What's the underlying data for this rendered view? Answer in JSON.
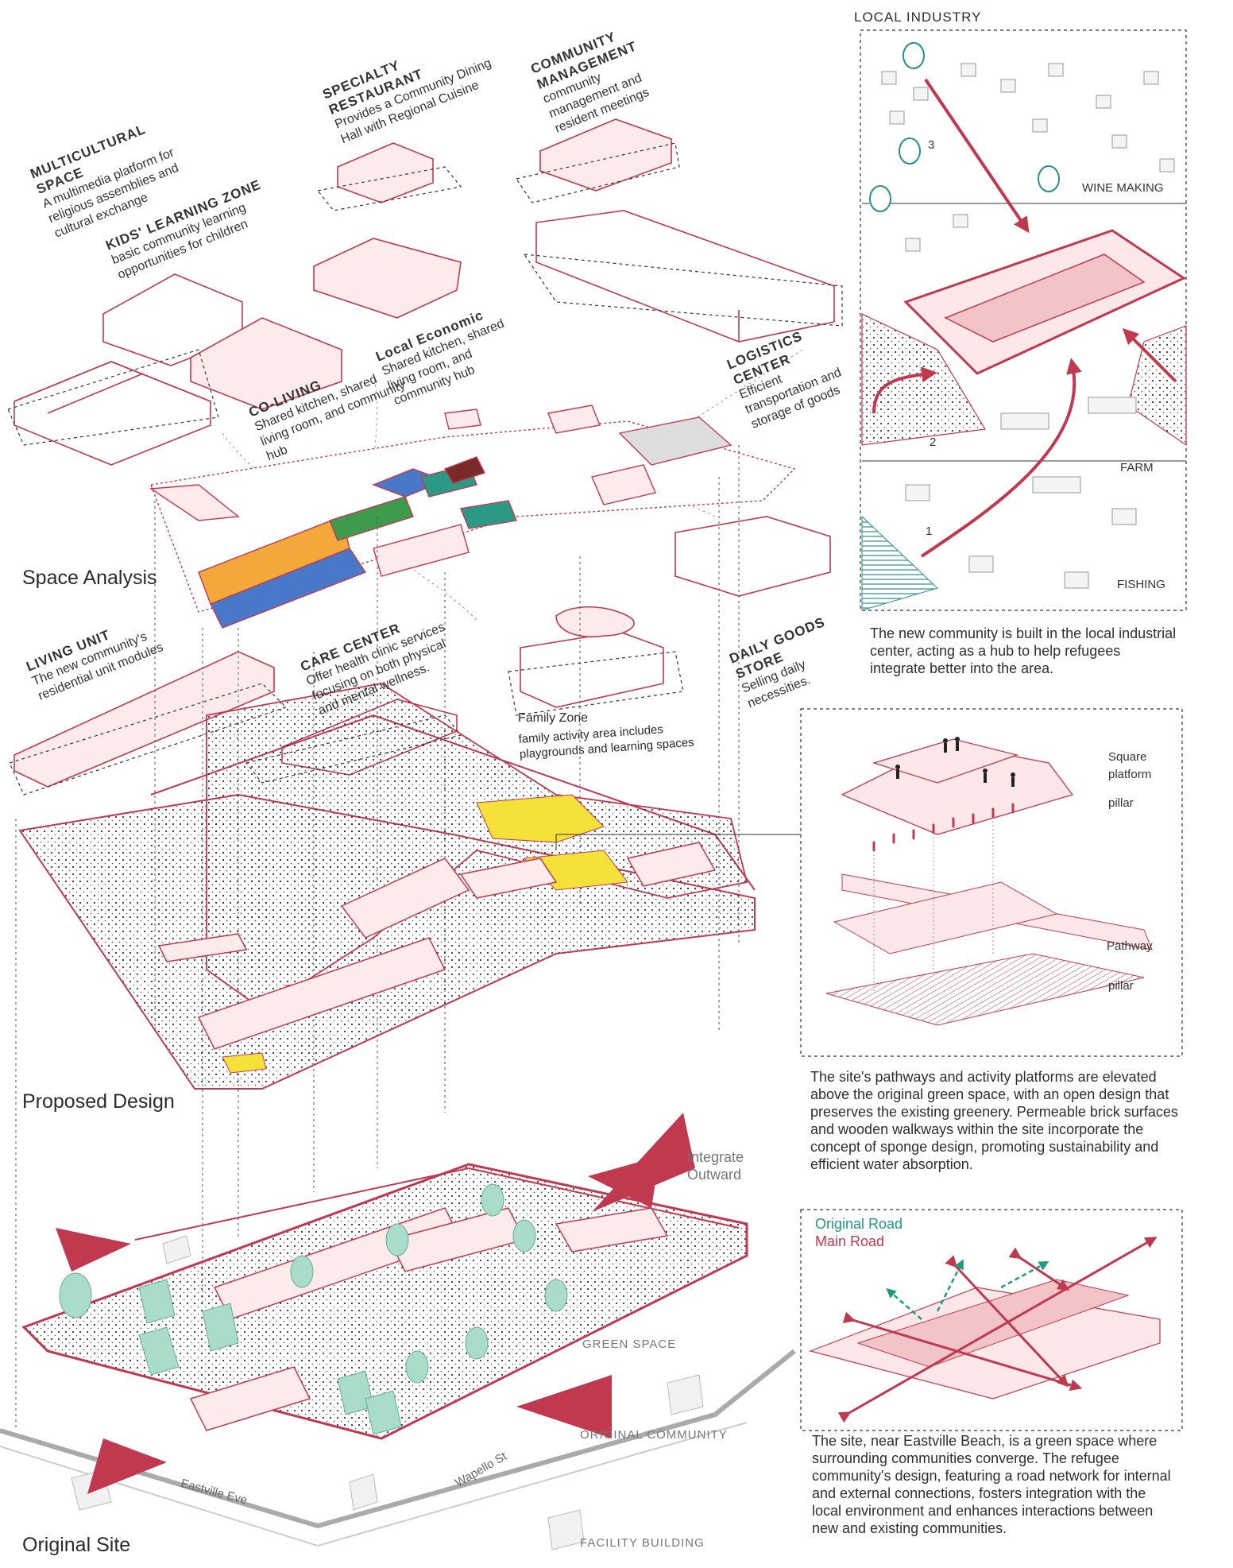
{
  "section_titles": {
    "space_analysis": "Space Analysis",
    "proposed_design": "Proposed Design",
    "original_site": "Original Site"
  },
  "zones": {
    "multicultural": {
      "title": "MULTICULTURAL SPACE",
      "desc": "A multimedia platform for religious assemblies and cultural exchange"
    },
    "kids": {
      "title": "KIDS' LEARNING ZONE",
      "desc": "basic community learning opportunities for children"
    },
    "restaurant": {
      "title": "SPECIALTY RESTAURANT",
      "desc": "Provides a Community Dining Hall with Regional Cuisine"
    },
    "management": {
      "title": "COMMUNITY MANAGEMENT",
      "desc": "community management and resident meetings"
    },
    "coliving": {
      "title": "CO-LIVING",
      "desc": "Shared kitchen, shared living room, and community hub"
    },
    "local_economic": {
      "title": "Local Economic",
      "desc": "Shared kitchen, shared living room, and community hub"
    },
    "logistics": {
      "title": "LOGISTICS CENTER",
      "desc": "Efficient transportation and storage of goods"
    },
    "living_unit": {
      "title": "LIVING UNIT",
      "desc": "The new community's residential unit modules"
    },
    "care_center": {
      "title": "CARE CENTER",
      "desc": "Offer health clinic services focusing on both physical and mental wellness."
    },
    "daily_goods": {
      "title": "DAILY GOODS STORE",
      "desc": "Selling daily necessities."
    },
    "family_zone": {
      "title": "Family Zone",
      "desc": "family activity area includes playgrounds and learning spaces"
    }
  },
  "local_industry": {
    "title": "LOCAL INDUSTRY",
    "wine": "WINE MAKING",
    "farm": "FARM",
    "fishing": "FISHING",
    "n1": "1",
    "n2": "2",
    "n3": "3",
    "caption": "The new community is built in the local industrial center, acting as a hub to help refugees integrate better into the area."
  },
  "platform_detail": {
    "square_platform": "Square platform",
    "pillar_top": "pillar",
    "pathway": "Pathway",
    "pillar_bottom": "pillar",
    "caption": "The site's pathways and activity platforms are elevated above the original green space, with an open design that preserves the existing greenery. Permeable brick surfaces and wooden walkways within the site incorporate the concept of sponge design, promoting sustainability and efficient water absorption."
  },
  "roads": {
    "original_road": "Original Road",
    "main_road": "Main Road",
    "caption": "The site, near Eastville Beach, is a green space where surrounding communities converge. The refugee community's design, featuring a road network for internal and external connections, fosters integration with the local environment and enhances interactions between new and existing communities."
  },
  "site_labels": {
    "integrate": "Integrate Outward",
    "green_space": "GREEN SPACE",
    "original_community": "ORIGINAL COMMUNITY",
    "facility_building": "FACILITY BUILDING",
    "eastville": "Eastville Eve",
    "wapello": "Wapello St"
  },
  "colors": {
    "accent": "#c0394f",
    "light_red": "#f2c4c8",
    "yellow": "#f5e13a",
    "teal": "#2a9a86",
    "mint": "#a9dcc9",
    "blue": "#4a78c8",
    "orange": "#f2a83a",
    "green": "#3e9a4c"
  }
}
